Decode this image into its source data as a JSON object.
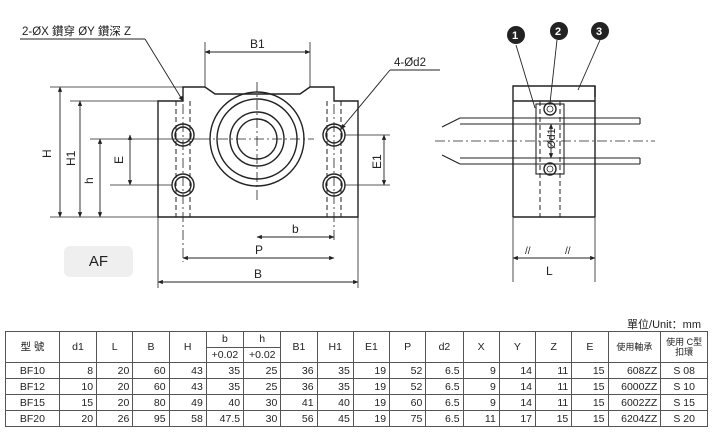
{
  "labels": {
    "hole_note": "2-ØX 鑽穿 ØY 鑽深 Z",
    "tap_note": "4-Ød2",
    "b1": "B1",
    "h": "H",
    "h1": "H1",
    "h_small": "h",
    "e": "E",
    "e1": "E1",
    "b_small": "b",
    "p": "P",
    "b": "B",
    "l": "L",
    "d1": "Ød1",
    "callout_1": "1",
    "callout_2": "2",
    "callout_3": "3",
    "hatch_left": "//",
    "hatch_right": "//"
  },
  "badge": "AF",
  "unit": "單位/Unit：mm",
  "table": {
    "headers": [
      "型 號",
      "d1",
      "L",
      "B",
      "H",
      "b",
      "h",
      "B1",
      "H1",
      "E1",
      "P",
      "d2",
      "X",
      "Y",
      "Z",
      "E",
      "使用軸承",
      "使用 C型扣環"
    ],
    "subheaders": {
      "b": "+0.02",
      "h": "+0.02"
    },
    "rows": [
      [
        "BF10",
        "8",
        "20",
        "60",
        "43",
        "35",
        "25",
        "36",
        "35",
        "19",
        "52",
        "6.5",
        "9",
        "14",
        "11",
        "15",
        "608ZZ",
        "S 08"
      ],
      [
        "BF12",
        "10",
        "20",
        "60",
        "43",
        "35",
        "25",
        "36",
        "35",
        "19",
        "52",
        "6.5",
        "9",
        "14",
        "11",
        "15",
        "6000ZZ",
        "S 10"
      ],
      [
        "BF15",
        "15",
        "20",
        "80",
        "49",
        "40",
        "30",
        "41",
        "40",
        "19",
        "60",
        "6.5",
        "9",
        "14",
        "11",
        "15",
        "6002ZZ",
        "S 15"
      ],
      [
        "BF20",
        "20",
        "26",
        "95",
        "58",
        "47.5",
        "30",
        "56",
        "45",
        "19",
        "75",
        "6.5",
        "11",
        "17",
        "15",
        "15",
        "6204ZZ",
        "S 20"
      ]
    ]
  }
}
